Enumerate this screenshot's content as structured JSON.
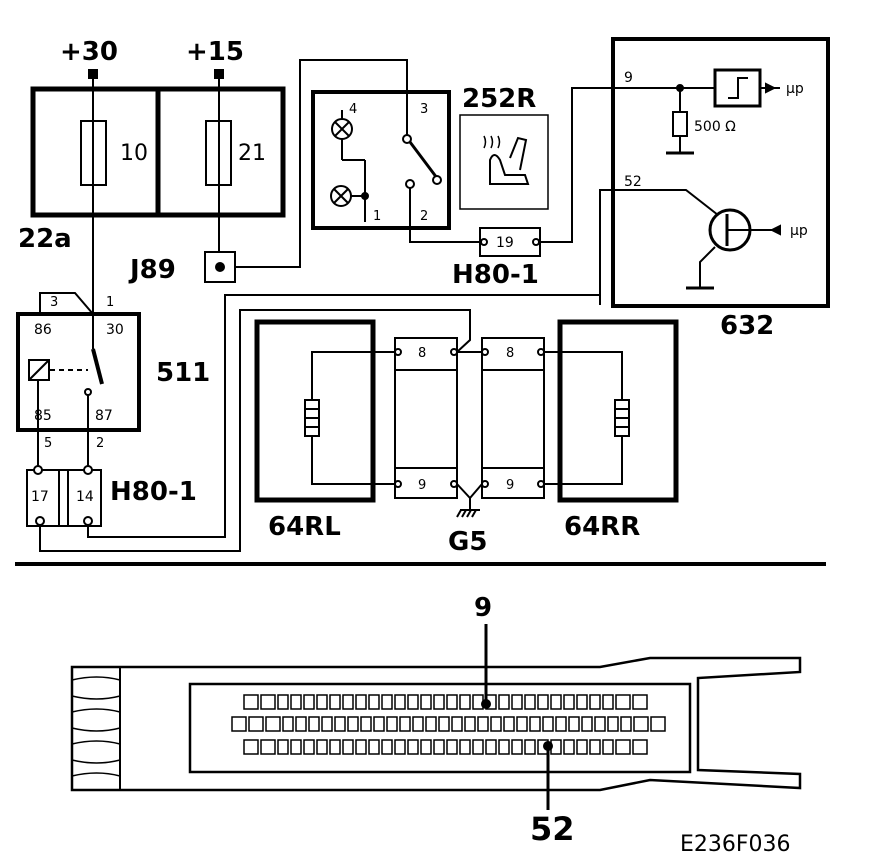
{
  "supply": {
    "terminal_30": "+30",
    "terminal_15": "+15"
  },
  "fuse_box": {
    "id": "22a",
    "fuse_left": "10",
    "fuse_right": "21"
  },
  "connector_j89": "J89",
  "relay": {
    "id": "511",
    "pin_3": "3",
    "pin_1": "1",
    "pin_86": "86",
    "pin_30": "30",
    "pin_85": "85",
    "pin_87": "87",
    "pin_5": "5",
    "pin_2": "2"
  },
  "harness_connector_left": {
    "id": "H80-1",
    "pin_a": "17",
    "pin_b": "14"
  },
  "switch_block": {
    "pin_4": "4",
    "pin_3": "3",
    "pin_1": "1",
    "pin_2": "2"
  },
  "heated_seat_switch": {
    "id": "252R",
    "icon": "heated-seat-icon"
  },
  "harness_connector_top": {
    "id": "H80-1",
    "pin": "19"
  },
  "control_unit": {
    "id": "632",
    "pin_9": "9",
    "pin_52": "52",
    "resistor": "500 Ω",
    "mu_p_top": "µp",
    "mu_p_bottom": "µp"
  },
  "heater_left": {
    "id": "64RL"
  },
  "heater_right": {
    "id": "64RR"
  },
  "seat_connectors": {
    "top_pin": "8",
    "bottom_pin": "9"
  },
  "ground": {
    "id": "G5"
  },
  "ecu_connector": {
    "callout_top": "9",
    "callout_bottom": "52"
  },
  "figure_code": "E236F036"
}
